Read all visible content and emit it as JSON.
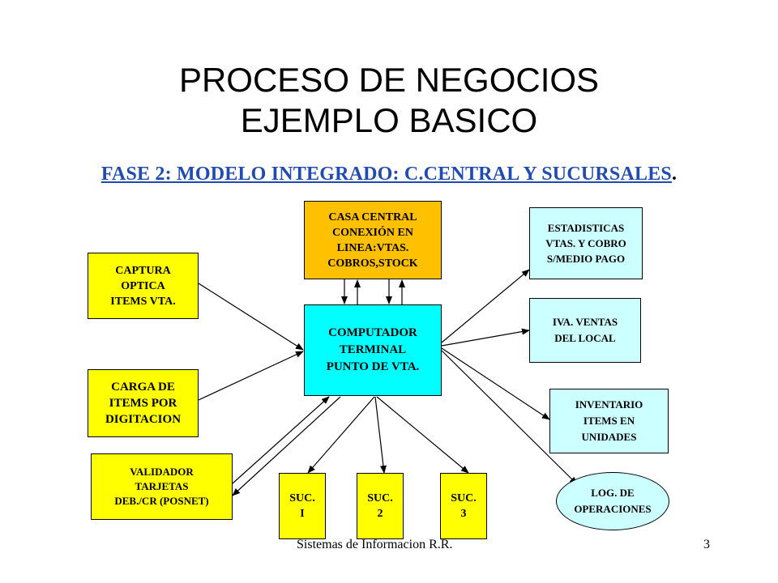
{
  "slide": {
    "title_line1": "PROCESO DE NEGOCIOS",
    "title_line2": "EJEMPLO BASICO",
    "subtitle_underlined": "FASE 2: MODELO INTEGRADO: C.CENTRAL Y SUCURSALES",
    "subtitle_suffix": ".",
    "footer_text": "Sistemas de Informacion R.R.",
    "page_number": "3"
  },
  "diagram": {
    "nodes": {
      "casa_central": "CASA CENTRAL\nCONEXIÓN EN\nLINEA:VTAS.\nCOBROS,STOCK",
      "captura": "CAPTURA\nOPTICA\nITEMS VTA.",
      "computador": "COMPUTADOR\nTERMINAL\nPUNTO DE VTA.",
      "carga": "CARGA DE\nITEMS POR\nDIGITACION",
      "validador": "VALIDADOR\nTARJETAS\nDEB./CR (POSNET)",
      "suc1": "SUC.\nI",
      "suc2": "SUC.\n2",
      "suc3": "SUC.\n3",
      "estadisticas": "ESTADISTICAS\nVTAS. Y COBRO\nS/MEDIO PAGO",
      "iva": "IVA. VENTAS\nDEL LOCAL",
      "inventario": "INVENTARIO\nITEMS EN\nUNIDADES",
      "log": "LOG. DE\nOPERACIONES"
    },
    "colors": {
      "yellow": "#ffff00",
      "orange": "#ffc000",
      "cyan": "#00ffff",
      "light_cyan": "#ccffff",
      "subtitle": "#1f4bb3"
    }
  }
}
